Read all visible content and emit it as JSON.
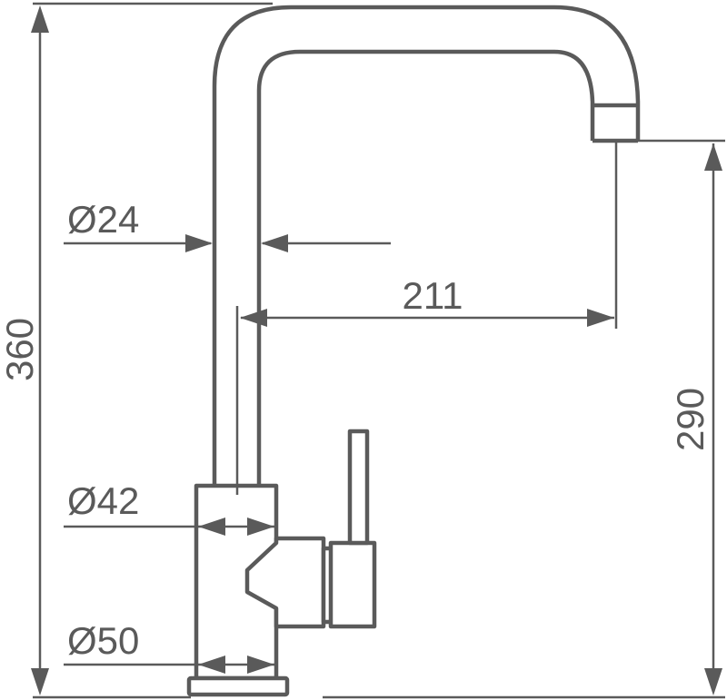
{
  "diagram": {
    "colors": {
      "line": "#5a5a5a",
      "background": "#ffffff"
    },
    "dimensions": {
      "overall_height": "360",
      "spout_height": "290",
      "spout_reach": "211",
      "spout_diameter": "Ø24",
      "body_diameter": "Ø42",
      "base_diameter": "Ø50"
    }
  }
}
